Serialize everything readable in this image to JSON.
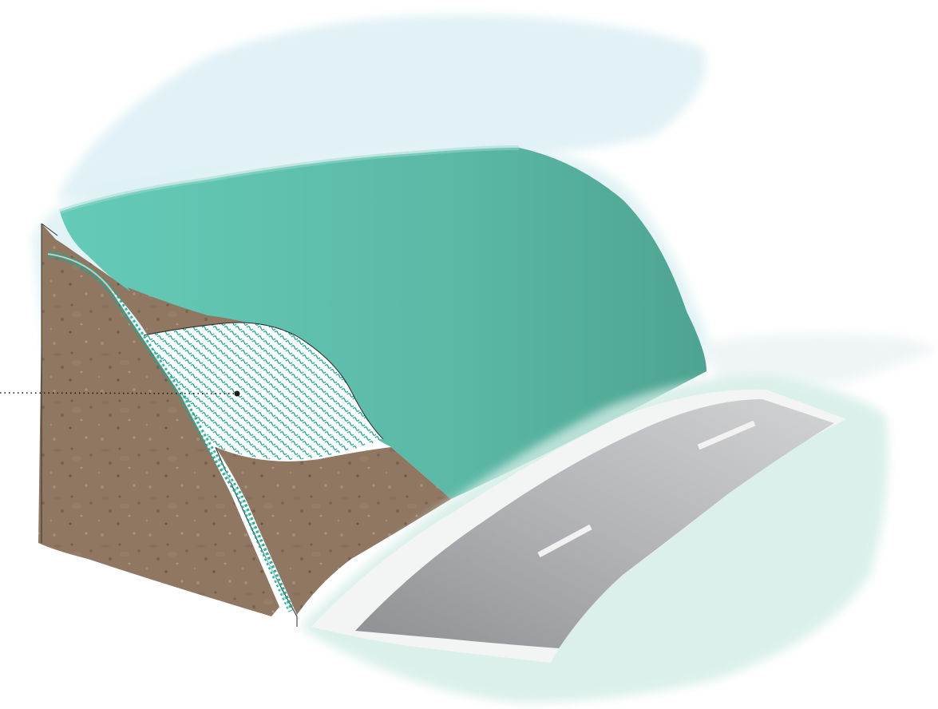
{
  "diagram": {
    "colors": {
      "background": "#ffffff",
      "mist": "#dff1f4",
      "mist_green": "#d4eee7",
      "slope_top": "#62c9b6",
      "slope_bottom": "#4fa896",
      "soil": "#8d7560",
      "soil_dark": "#6e5a48",
      "mesh": "#1aa894",
      "road": "#a9aaad",
      "road_dark": "#8f9093",
      "road_markings": "#f2f2f2",
      "shoulder": "#f4f6f6",
      "callout_line": "#1a1a1a"
    },
    "elements": [
      {
        "name": "sky-mist",
        "kind": "background"
      },
      {
        "name": "vegetated-slope",
        "kind": "terrain"
      },
      {
        "name": "soil-embankment-left",
        "kind": "soil-section"
      },
      {
        "name": "soil-embankment-lower",
        "kind": "soil-section"
      },
      {
        "name": "geomesh-patch",
        "kind": "wavy-mesh"
      },
      {
        "name": "geomesh-strip",
        "kind": "wavy-mesh"
      },
      {
        "name": "road",
        "kind": "paved-road"
      },
      {
        "name": "callout-leader",
        "kind": "dotted-leader"
      }
    ]
  }
}
